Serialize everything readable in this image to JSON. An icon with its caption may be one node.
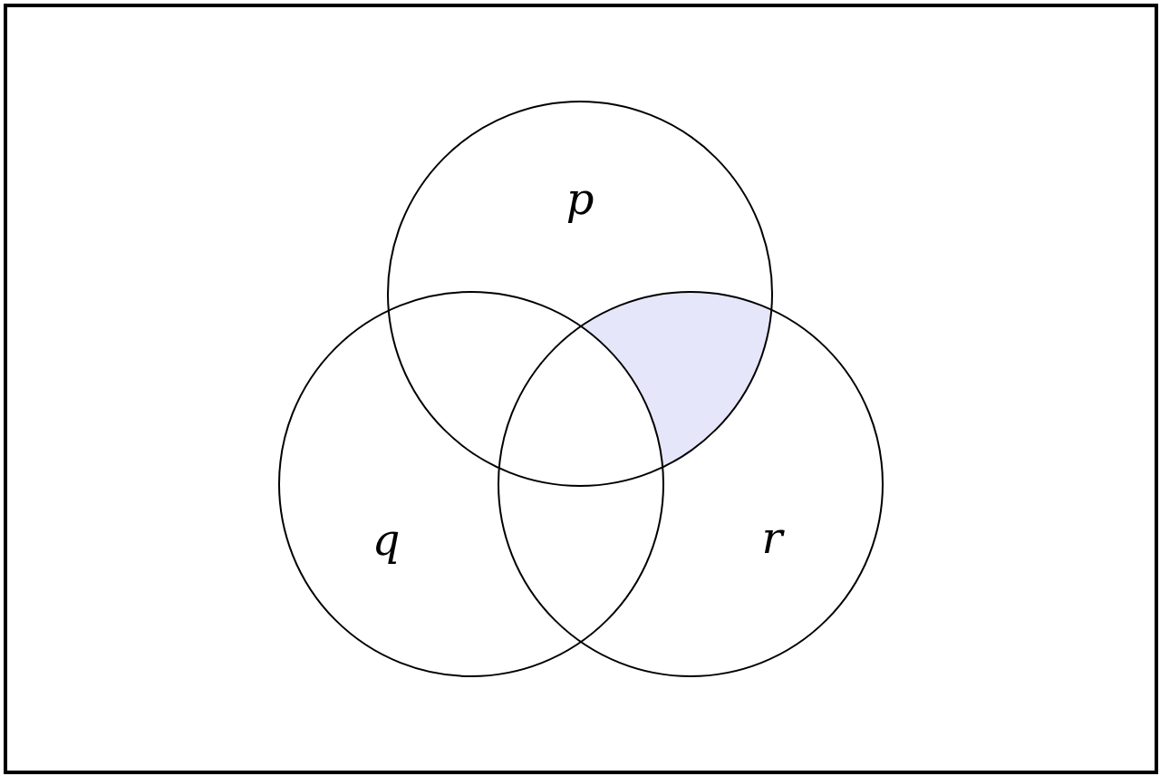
{
  "diagram": {
    "nodes": [
      {
        "text": [
          "p"
        ]
      },
      {
        "text": [
          "q"
        ]
      },
      {
        "text": [
          "r"
        ]
      },
      {
        "text": [],
        "shape": "region"
      }
    ]
  }
}
